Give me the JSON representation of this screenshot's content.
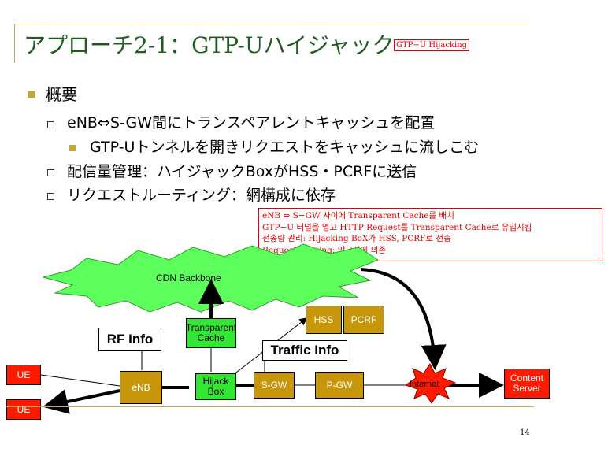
{
  "slide": {
    "title": "アプローチ2-1：GTP-Uハイジャック",
    "title_tag": "GTP−U Hijacking",
    "page_number": "14"
  },
  "bullets": {
    "level1": "概要",
    "item1": "eNB⇔S-GW間にトランスペアレントキャッシュを配置",
    "item1_sub": "GTP-Uトンネルを開きリクエストをキャッシュに流しこむ",
    "item2": "配信量管理：ハイジャックBoxがHSS・PCRFに送信",
    "item3": "リクエストルーティング：網構成に依存"
  },
  "note": {
    "line1": "eNB ⇔ S−GW 사이에 Transparent Cache를 배치",
    "line2": "  GTP−U 터널을 열고 HTTP Request를 Transparent Cache로 유입시킴",
    "line3": "전송량 관리: Hijacking BoX가 HSS, PCRF로 전송",
    "line4": "Request Routing: 망구성에 의존"
  },
  "diagram": {
    "cdn": "CDN Backbone",
    "transparent_cache": [
      "Transparent",
      "Cache"
    ],
    "hss": "HSS",
    "pcrf": "PCRF",
    "rf_info": "RF Info",
    "traffic_info": "Traffic Info",
    "ue_top": "UE",
    "ue_bottom": "UE",
    "enb": "eNB",
    "hijack_box": [
      "Hijack",
      "Box"
    ],
    "sgw": "S-GW",
    "pgw": "P-GW",
    "internet": "Internet",
    "content_server": [
      "Content",
      "Server"
    ]
  },
  "colors": {
    "title": "#1f5c1f",
    "accent_gold": "#c7a53a",
    "node_gold": "#c8960a",
    "node_green": "#33e633",
    "node_red": "#ff1a00",
    "note_red": "#e00000"
  }
}
